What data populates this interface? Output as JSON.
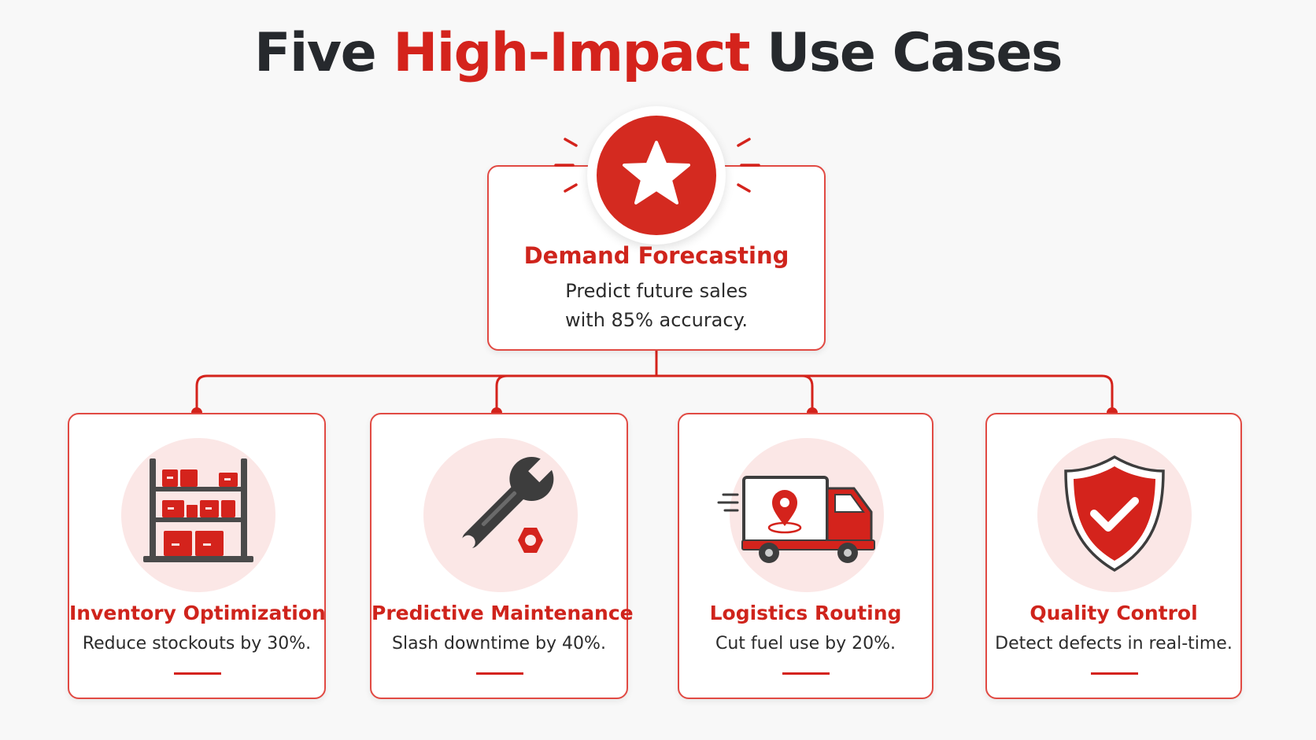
{
  "title": {
    "part1": "Five ",
    "highlight": "High-Impact",
    "part2": " Use Cases"
  },
  "main": {
    "title": "Demand Forecasting",
    "desc_line1": "Predict future sales",
    "desc_line2": "with 85% accuracy.",
    "icon": "star-icon"
  },
  "cases": [
    {
      "title": "Inventory Optimization",
      "desc": "Reduce stockouts by 30%.",
      "icon": "warehouse-shelf-icon"
    },
    {
      "title": "Predictive Maintenance",
      "desc": "Slash downtime by 40%.",
      "icon": "wrench-nut-icon"
    },
    {
      "title": "Logistics Routing",
      "desc": "Cut fuel use by 20%.",
      "icon": "delivery-truck-icon"
    },
    {
      "title": "Quality Control",
      "desc": "Detect defects in real-time.",
      "icon": "shield-check-icon"
    }
  ],
  "colors": {
    "accent": "#d4231c",
    "text": "#26292d",
    "icon_bg": "#fbe7e6",
    "background": "#f8f8f8"
  }
}
